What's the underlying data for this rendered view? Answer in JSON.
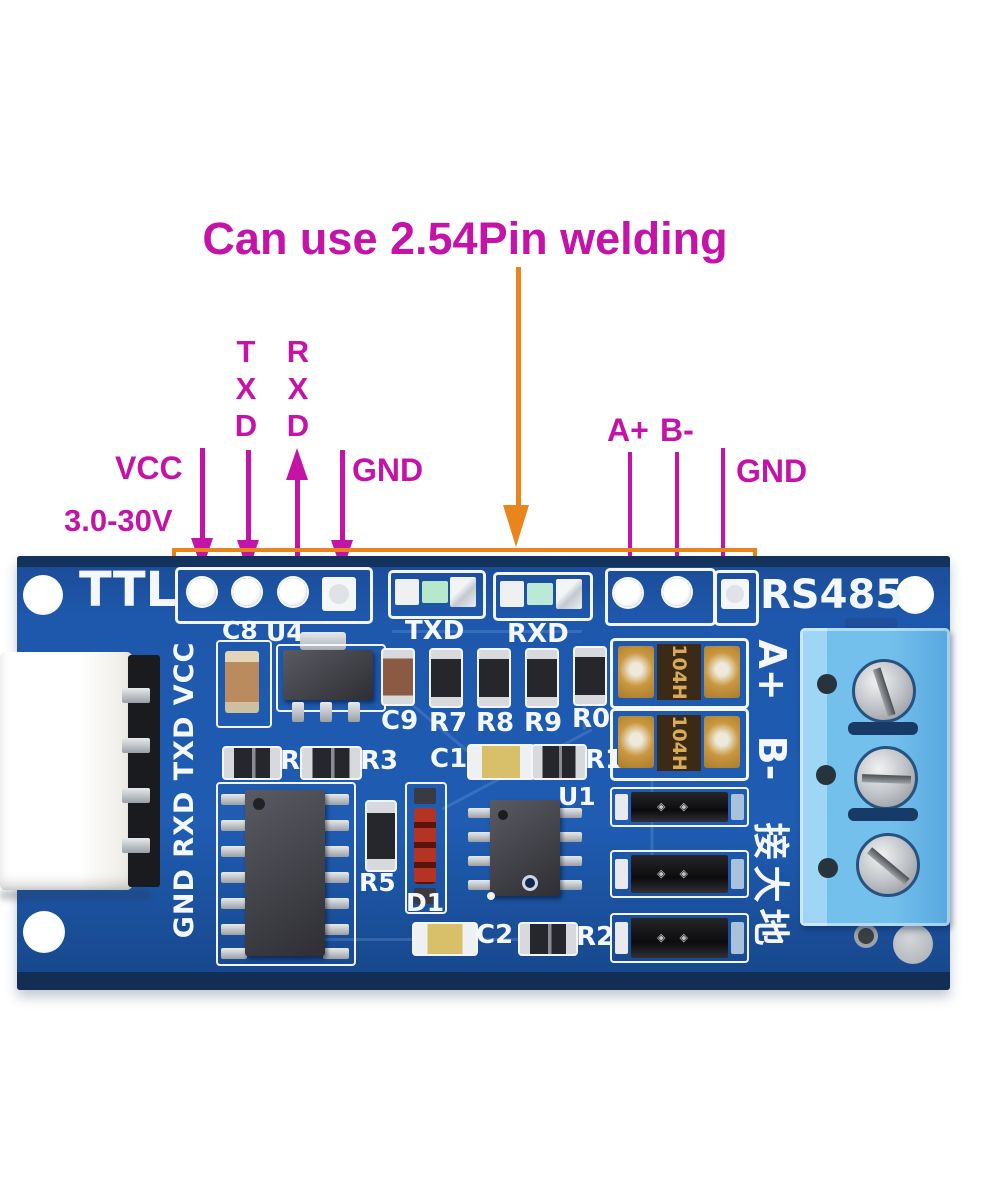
{
  "title": {
    "text": "Can use 2.54Pin welding"
  },
  "callouts": {
    "vcc": "VCC",
    "voltage_range": "3.0-30V",
    "txd_stack": "T X D",
    "rxd_stack": "R X D",
    "gnd_left": "GND",
    "a_plus": "A+",
    "b_minus": "B-",
    "gnd_right": "GND"
  },
  "board": {
    "ttl": "TTL",
    "rs485": "RS485",
    "led": {
      "txd": "TXD",
      "rxd": "RXD"
    },
    "silk": {
      "c8": "C8",
      "u4": "U4",
      "c9": "C9",
      "r7": "R7",
      "r8": "R8",
      "r9": "R9",
      "r0": "R0",
      "r4": "R",
      "r3": "R3",
      "c1": "C1",
      "r1": "R1",
      "r5": "R5",
      "d1": "D1",
      "u1": "U1",
      "c2": "C2",
      "r2": "R2",
      "uart_header": "GND RXD TXD VCC",
      "a_plus": "A+",
      "b_minus": "B-",
      "earth": "接大地"
    },
    "fuse_marking": "104H"
  },
  "colors": {
    "annotation_magenta": "#c414a8",
    "highlight_orange": "#e8851c",
    "pcb_blue": "#1e58ac",
    "pcb_dark_edge": "#14335c",
    "silkscreen_white": "#f4f8fc",
    "terminal_block_blue": "#6cb8e8",
    "fuse_gold": "#c9973e",
    "led_green": "#b8e8cc"
  }
}
